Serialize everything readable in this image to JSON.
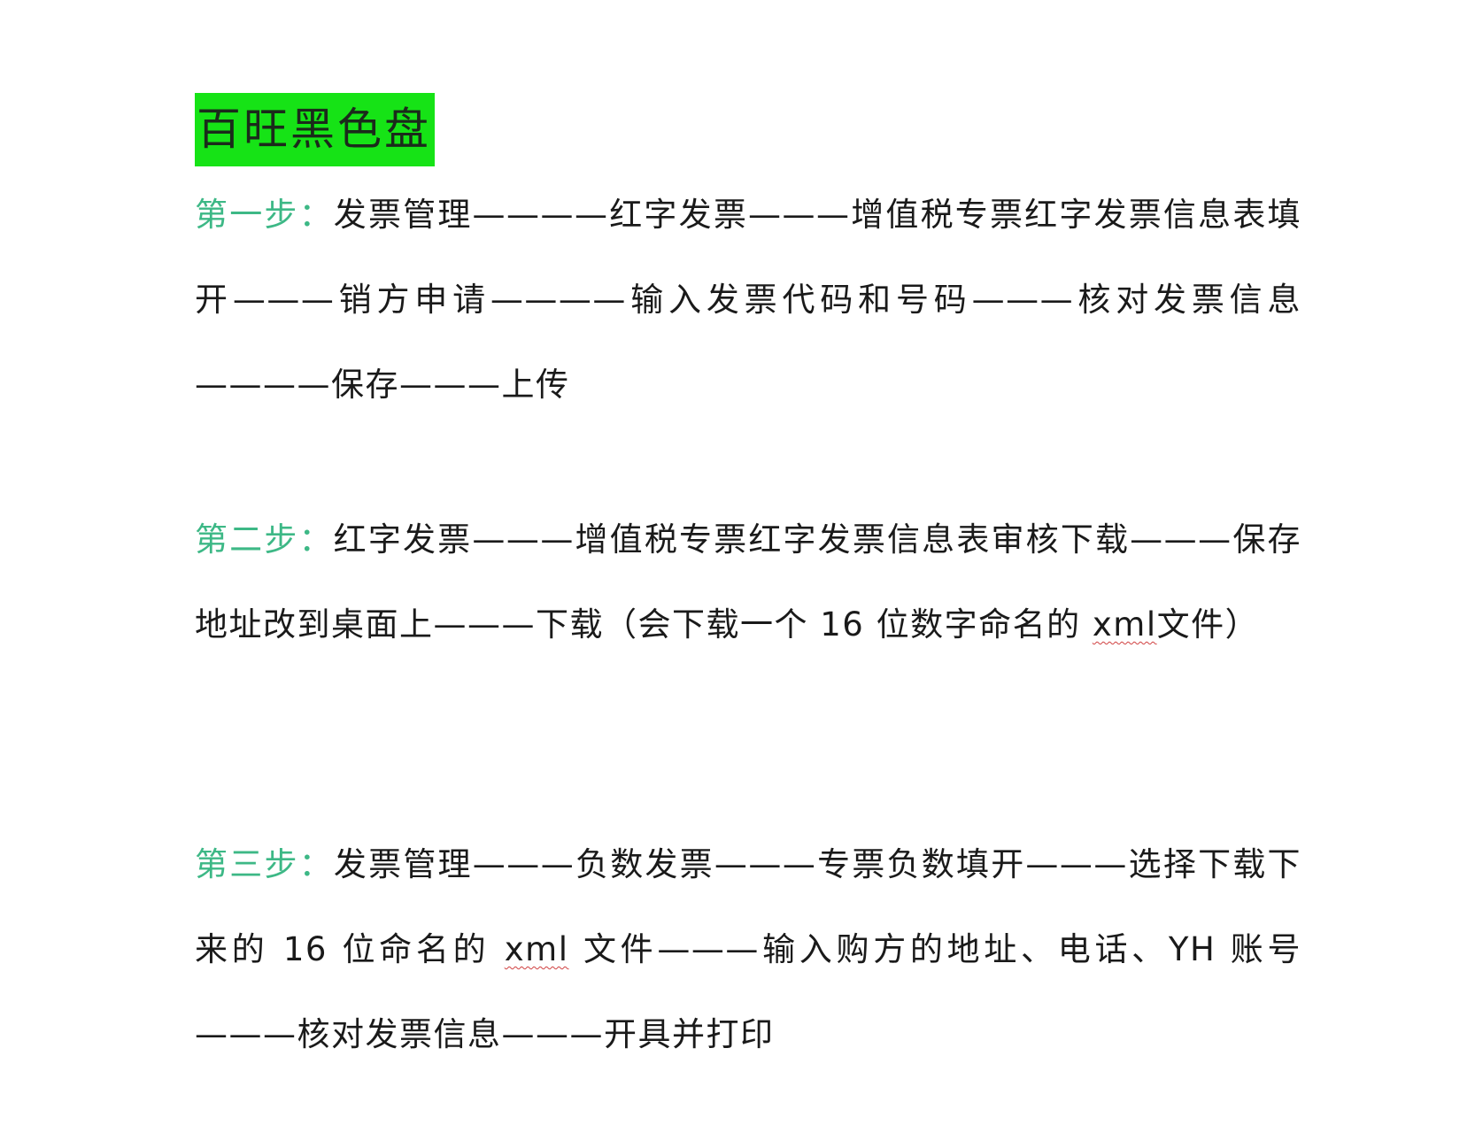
{
  "document": {
    "title": "百旺黑色盘",
    "title_highlight_color": "#16e316",
    "step_label_color": "#3db886",
    "steps": [
      {
        "label": "第一步：",
        "text": "发票管理————红字发票———增值税专票红字发票信息表填开———销方申请————输入发票代码和号码———核对发票信息————保存———上传"
      },
      {
        "label": "第二步：",
        "text_before_xml": "红字发票———增值税专票红字发票信息表审核下载———保存地址改到桌面上———下载（会下载一个 16 位数字命名的 ",
        "xml": "xml",
        "text_after_xml": "文件）"
      },
      {
        "label": "第三步：",
        "text_before_xml": "发票管理———负数发票———专票负数填开———选择下载下来的 16 位命名的 ",
        "xml": "xml",
        "text_after_xml": " 文件———输入购方的地址、电话、YH 账号———核对发票信息———开具并打印"
      }
    ]
  }
}
